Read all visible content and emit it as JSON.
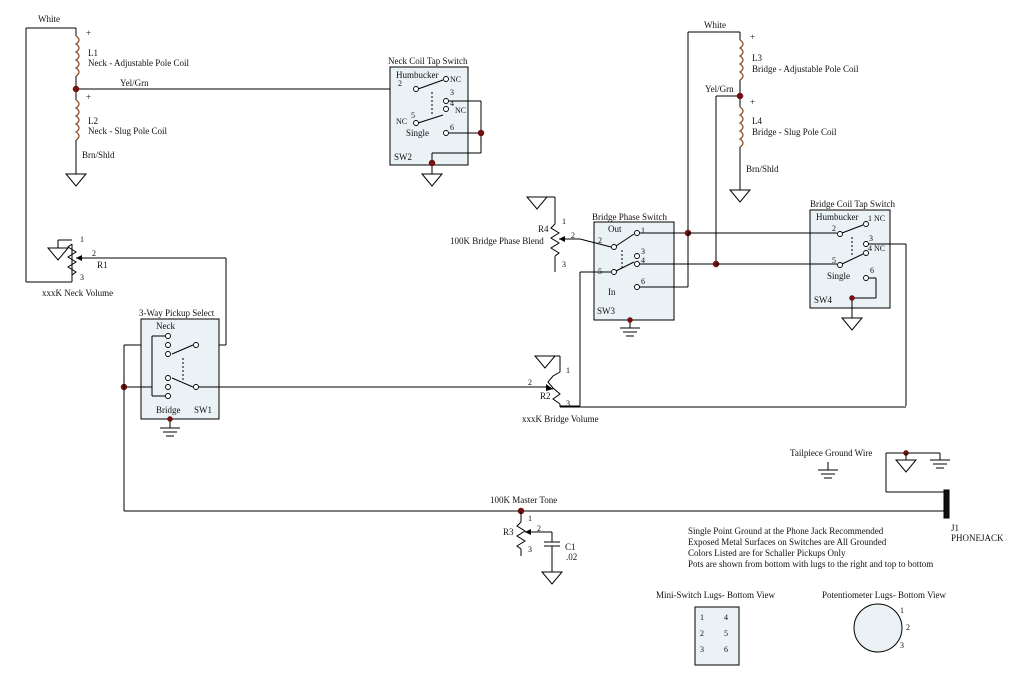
{
  "labels": {
    "white_left": "White",
    "white_right": "White",
    "l1_plus": "+",
    "l1_name": "L1",
    "l1_desc": "Neck - Adjustable Pole Coil",
    "l2_plus": "+",
    "l2_name": "L2",
    "l2_desc": "Neck - Slug Pole Coil",
    "yelgrn_left": "Yel/Grn",
    "brnshld_left": "Brn/Shld",
    "l3_plus": "+",
    "l3_name": "L3",
    "l3_desc": "Bridge - Adjustable Pole Coil",
    "l4_plus": "+",
    "l4_name": "L4",
    "l4_desc": "Bridge - Slug Pole Coil",
    "yelgrn_right": "Yel/Grn",
    "brnshld_right": "Brn/Shld",
    "r1_name": "R1",
    "r1_desc": "xxxK Neck Volume",
    "r2_name": "R2",
    "r2_desc": "xxxK Bridge Volume",
    "r3_name": "R3",
    "r3_desc": "100K Master Tone",
    "r4_name": "R4",
    "r4_desc": "100K Bridge Phase Blend",
    "c1_name": "C1",
    "c1_value": ".02",
    "tailpiece": "Tailpiece Ground Wire",
    "j1_name": "J1",
    "j1_desc": "PHONEJACK"
  },
  "switches": {
    "sw2": {
      "title": "Neck Coil Tap Switch",
      "ref": "SW2",
      "top": "Humbucker",
      "bottom": "Single",
      "nc1": "NC",
      "nc2": "NC",
      "nc3": "NC"
    },
    "sw3": {
      "title": "Bridge Phase Switch",
      "ref": "SW3",
      "top": "Out",
      "bottom": "In"
    },
    "sw4": {
      "title": "Bridge Coil Tap Switch",
      "ref": "SW4",
      "top": "Humbucker",
      "bottom": "Single",
      "nc1": "NC",
      "nc2": "NC"
    },
    "sw1": {
      "title": "3-Way Pickup Select",
      "ref": "SW1",
      "top": "Neck",
      "bottom": "Bridge"
    }
  },
  "pins": {
    "p1": "1",
    "p2": "2",
    "p3": "3",
    "p4": "4",
    "p5": "5",
    "p6": "6"
  },
  "notes": [
    "Single Point Ground at the Phone Jack Recommended",
    "Exposed Metal Surfaces on Switches are All Grounded",
    "Colors Listed are for Schaller Pickups Only",
    "Pots are shown from bottom with lugs to the right and top to bottom"
  ],
  "legend": {
    "mini_title": "Mini-Switch Lugs- Bottom View",
    "mini_grid": [
      "1",
      "4",
      "2",
      "5",
      "3",
      "6"
    ],
    "pot_title": "Potentiometer Lugs- Bottom View",
    "pot_lugs": [
      "1",
      "2",
      "3"
    ]
  },
  "colors": {
    "switch_fill": "#eaf2f6",
    "junction": "#7a1010",
    "coil": "#8a4a20"
  }
}
